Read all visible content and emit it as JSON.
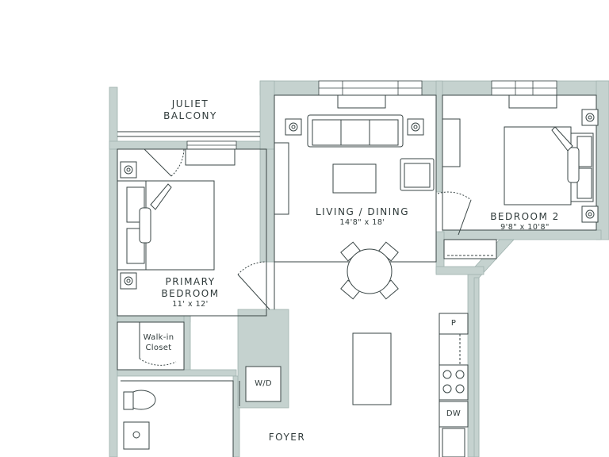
{
  "plan": {
    "colors": {
      "wall": "#c5d2cf",
      "wall_dark": "#9fb2ae",
      "line": "#3a4646",
      "text": "#2f3a3a",
      "bg": "#ffffff"
    },
    "rooms": {
      "juliet_balcony": {
        "label_line1": "JULIET",
        "label_line2": "BALCONY"
      },
      "primary_bedroom": {
        "label_line1": "PRIMARY",
        "label_line2": "BEDROOM",
        "dimensions": "11' x 12'"
      },
      "living_dining": {
        "label": "LIVING / DINING",
        "dimensions": "14'8\" x 18'"
      },
      "bedroom_2": {
        "label": "BEDROOM 2",
        "dimensions": "9'8\" x 10'8\""
      },
      "walk_in_closet": {
        "label_line1": "Walk-in",
        "label_line2": "Closet"
      },
      "foyer": {
        "label": "FOYER"
      }
    },
    "fixtures": {
      "washer_dryer": "W/D",
      "pantry": "P",
      "dishwasher": "DW"
    }
  }
}
